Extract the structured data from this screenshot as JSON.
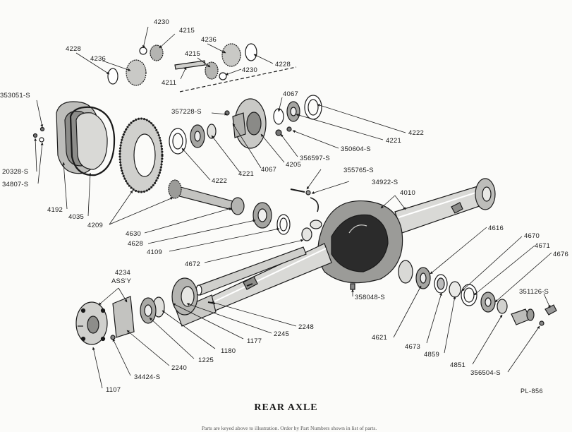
{
  "title": "REAR AXLE",
  "footnote": "Parts are keyed above to illustration. Order by Part Numbers shown in list of parts.",
  "plate_number": "PL-856",
  "labels": {
    "l4230a": "4230",
    "l4215a": "4215",
    "l4228a": "4228",
    "l4236a": "4236",
    "l4236b": "4236",
    "l4215b": "4215",
    "l4228b": "4228",
    "l4230b": "4230",
    "l4211": "4211",
    "l4067a": "4067",
    "l353051": "353051-S",
    "l357228": "357228-S",
    "l4222a": "4222",
    "l4221a": "4221",
    "l350604": "350604-S",
    "l356597": "356597-S",
    "l4205": "4205",
    "l4067b": "4067",
    "l4221b": "4221",
    "l4222b": "4222",
    "l20328": "20328-S",
    "l34807": "34807-S",
    "l355765": "355765-S",
    "l34922": "34922-S",
    "l4010": "4010",
    "l4192": "4192",
    "l4035": "4035",
    "l4209": "4209",
    "l4630": "4630",
    "l4628": "4628",
    "l4109": "4109",
    "l4616": "4616",
    "l4670": "4670",
    "l4671": "4671",
    "l4676": "4676",
    "l4672": "4672",
    "l4234": "4234",
    "l4234b": "ASS'Y",
    "l358048": "358048-S",
    "l351126": "351126-S",
    "l2248": "2248",
    "l2245": "2245",
    "l1177": "1177",
    "l1180": "1180",
    "l1225": "1225",
    "l2240": "2240",
    "l34424": "34424-S",
    "l1107": "1107",
    "l4621": "4621",
    "l4673": "4673",
    "l4859": "4859",
    "l4851": "4851",
    "l356504": "356504-S"
  }
}
